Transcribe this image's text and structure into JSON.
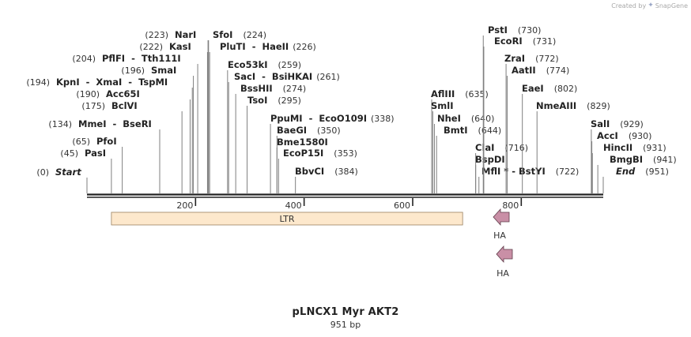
{
  "branding": {
    "prefix": "Created by",
    "product": "SnapGene"
  },
  "plasmid": {
    "name": "pLNCX1 Myr AKT2",
    "length_text": "951 bp",
    "length_bp": 951
  },
  "ruler": {
    "ticks": [
      200,
      400,
      600,
      800
    ]
  },
  "sites": [
    {
      "name": "Start",
      "pos": 0,
      "label_pos": "(0)",
      "italic": true
    },
    {
      "name": "PasI",
      "pos": 45,
      "label_pos": "(45)"
    },
    {
      "name": "PfoI",
      "pos": 65,
      "label_pos": "(65)"
    },
    {
      "name": "MmeI  -  BseRI",
      "pos": 134,
      "label_pos": "(134)"
    },
    {
      "name": "BclVI",
      "pos": 175,
      "label_pos": "(175)"
    },
    {
      "name": "Acc65I",
      "pos": 190,
      "label_pos": "(190)"
    },
    {
      "name": "KpnI  -  XmaI  -  TspMI",
      "pos": 194,
      "label_pos": "(194)"
    },
    {
      "name": "SmaI",
      "pos": 196,
      "label_pos": "(196)"
    },
    {
      "name": "PflFI  -  Tth111I",
      "pos": 204,
      "label_pos": "(204)"
    },
    {
      "name": "KasI",
      "pos": 222,
      "label_pos": "(222)"
    },
    {
      "name": "NarI",
      "pos": 223,
      "label_pos": "(223)"
    },
    {
      "name": "SfoI",
      "pos": 224,
      "label_pos": "(224)"
    },
    {
      "name": "PluTI  -  HaeII",
      "pos": 226,
      "label_pos": "(226)"
    },
    {
      "name": "Eco53kI",
      "pos": 259,
      "label_pos": "(259)"
    },
    {
      "name": "SacI  -  BsiHKAI",
      "pos": 261,
      "label_pos": "(261)"
    },
    {
      "name": "BssHII",
      "pos": 274,
      "label_pos": "(274)"
    },
    {
      "name": "TsoI",
      "pos": 295,
      "label_pos": "(295)"
    },
    {
      "name": "PpuMI  -  EcoO109I",
      "pos": 338,
      "label_pos": "(338)"
    },
    {
      "name": "BaeGI",
      "pos": 350,
      "label_pos": "(350)"
    },
    {
      "name": "Bme1580I",
      "pos": 350,
      "label_pos": ""
    },
    {
      "name": "EcoP15I",
      "pos": 353,
      "label_pos": "(353)"
    },
    {
      "name": "BbvCI",
      "pos": 384,
      "label_pos": "(384)"
    },
    {
      "name": "AflIII",
      "pos": 635,
      "label_pos": "(635)"
    },
    {
      "name": "SmlI",
      "pos": 637,
      "label_pos": ""
    },
    {
      "name": "NheI",
      "pos": 640,
      "label_pos": "(640)"
    },
    {
      "name": "BmtI",
      "pos": 644,
      "label_pos": "(644)"
    },
    {
      "name": "ClaI",
      "pos": 716,
      "label_pos": "(716)"
    },
    {
      "name": "BspDI",
      "pos": 716,
      "label_pos": ""
    },
    {
      "name": "MflI * - BstYI",
      "pos": 722,
      "label_pos": "(722)"
    },
    {
      "name": "PstI",
      "pos": 730,
      "label_pos": "(730)"
    },
    {
      "name": "EcoRI",
      "pos": 731,
      "label_pos": "(731)"
    },
    {
      "name": "ZraI",
      "pos": 772,
      "label_pos": "(772)"
    },
    {
      "name": "AatII",
      "pos": 774,
      "label_pos": "(774)"
    },
    {
      "name": "EaeI",
      "pos": 802,
      "label_pos": "(802)"
    },
    {
      "name": "NmeAIII",
      "pos": 829,
      "label_pos": "(829)"
    },
    {
      "name": "SalI",
      "pos": 929,
      "label_pos": "(929)"
    },
    {
      "name": "AccI",
      "pos": 930,
      "label_pos": "(930)"
    },
    {
      "name": "HincII",
      "pos": 931,
      "label_pos": "(931)"
    },
    {
      "name": "BmgBI",
      "pos": 941,
      "label_pos": "(941)"
    },
    {
      "name": "End",
      "pos": 951,
      "label_pos": "(951)",
      "italic": true
    }
  ],
  "features": [
    {
      "name": "LTR",
      "type": "LTR",
      "start": 45,
      "end": 692,
      "color": "#fde8cc"
    },
    {
      "name": "HA",
      "type": "tag",
      "start": 722,
      "end": 748,
      "direction": "reverse",
      "color": "#c98fa6"
    },
    {
      "name": "HA",
      "type": "tag",
      "start": 722,
      "end": 748,
      "direction": "reverse",
      "color": "#c98fa6"
    }
  ],
  "colors": {
    "backbone": "#222222",
    "site_line": "#7f7f7f",
    "label_text": "#222222",
    "position_text": "#333333"
  }
}
